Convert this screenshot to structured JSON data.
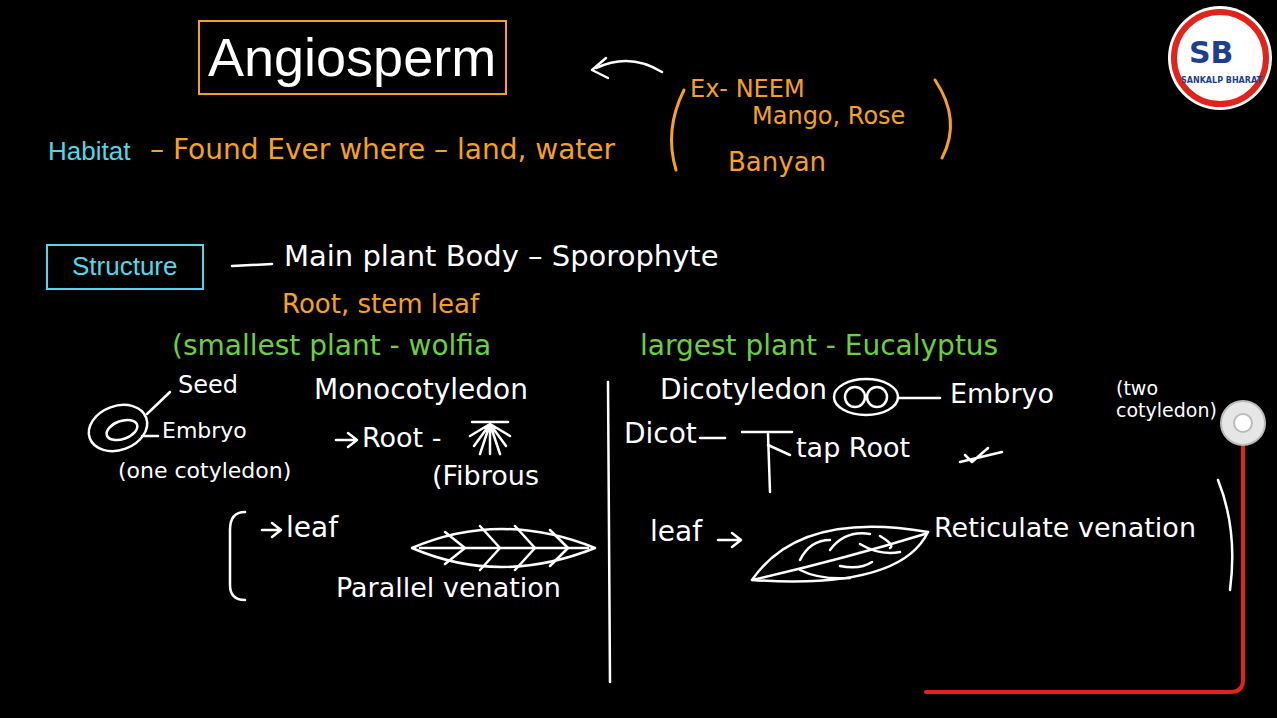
{
  "diagram": {
    "title": "Angiosperm",
    "nodes": [
      {
        "text": [
          "Angiosperm"
        ]
      },
      {
        "text": [
          "Structure"
        ]
      }
    ],
    "labels": [
      "Habitat",
      "– Found Ever where – land, water",
      "Ex- NEEM",
      "Mango, Rose",
      "Banyan",
      "Main plant Body – Sporophyte",
      "Root, stem leaf",
      "(smallest plant - wolfia",
      "largest plant - Eucalyptus",
      "Seed",
      "Embryo",
      "(one cotyledon)",
      "Monocotyledon",
      "Root -",
      "(Fibrous",
      "leaf",
      "Parallel venation",
      "Dicotyledon",
      "Embryo",
      "(two cotyledon)",
      "Dicot",
      "tap Root",
      "leaf",
      "Reticulate venation",
      "SB",
      "SANKALP BHARAT"
    ]
  }
}
